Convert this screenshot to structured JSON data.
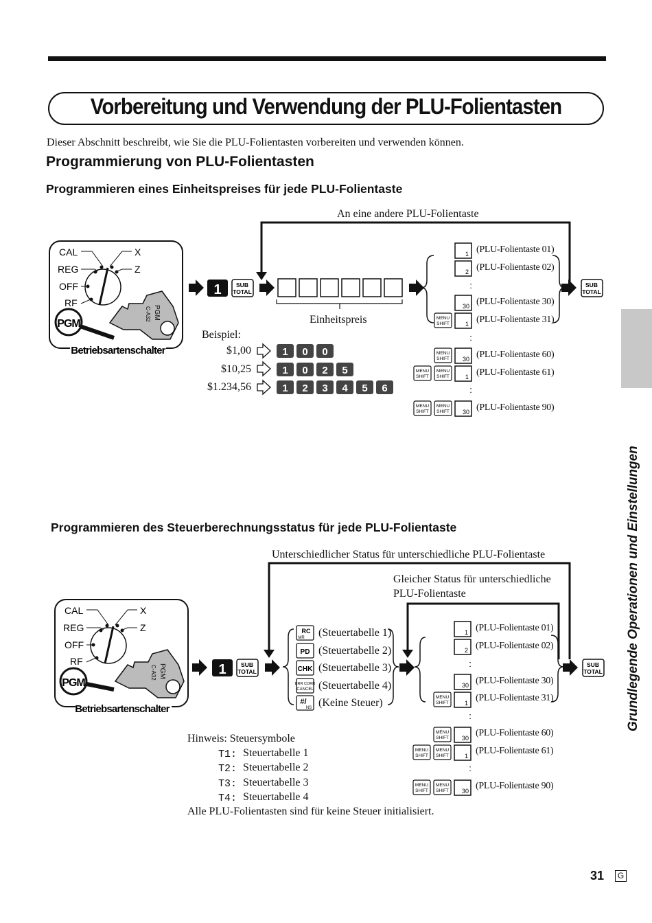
{
  "page": {
    "title": "Vorbereitung und Verwendung der PLU-Folientasten",
    "intro": "Dieser Abschnitt beschreibt, wie Sie die PLU-Folientasten vorbereiten und verwenden können.",
    "section_heading": "Programmierung von PLU-Folientasten",
    "side_tab_text": "Grundlegende Operationen und Einstellungen",
    "page_number": "31",
    "page_letter": "G"
  },
  "mode_switch": {
    "positions": [
      "CAL",
      "REG",
      "OFF",
      "RF",
      "X",
      "Z"
    ],
    "pgm_label": "PGM",
    "key_label": "PGM",
    "key_code": "C-A32",
    "caption": "Betriebsartenschalter"
  },
  "keys": {
    "key_1": "1",
    "subtotal_line1": "SUB",
    "subtotal_line2": "TOTAL",
    "menu_line1": "MENU",
    "menu_line2": "SHIFT",
    "rc": "RC",
    "rc_sub": "MR",
    "pd": "PD",
    "chk": "CHK",
    "errcorr_line1": "ERR CORR",
    "errcorr_line2": "CANCEL",
    "ns_main": "#/",
    "ns_sub": "NS"
  },
  "section1": {
    "heading": "Programmieren eines Einheitspreises für jede PLU-Folientaste",
    "loop_label": "An eine andere PLU-Folientaste",
    "price_label": "Einheitspreis",
    "example_label": "Beispiel:",
    "examples": [
      {
        "amount": "$1,00",
        "digits": [
          "1",
          "0",
          "0"
        ]
      },
      {
        "amount": "$10,25",
        "digits": [
          "1",
          "0",
          "2",
          "5"
        ]
      },
      {
        "amount": "$1.234,56",
        "digits": [
          "1",
          "2",
          "3",
          "4",
          "5",
          "6"
        ]
      }
    ]
  },
  "plu_list": [
    {
      "label": "(PLU-Folientaste 01)",
      "key": "1",
      "menus": 0
    },
    {
      "label": "(PLU-Folientaste 02)",
      "key": "2",
      "menus": 0
    },
    {
      "label": "(PLU-Folientaste 30)",
      "key": "30",
      "menus": 0
    },
    {
      "label": "(PLU-Folientaste 31)",
      "key": "1",
      "menus": 1
    },
    {
      "label": "(PLU-Folientaste 60)",
      "key": "30",
      "menus": 1
    },
    {
      "label": "(PLU-Folientaste 61)",
      "key": "1",
      "menus": 2
    },
    {
      "label": "(PLU-Folientaste 90)",
      "key": "30",
      "menus": 2
    }
  ],
  "section2": {
    "heading": "Programmieren des Steuerberechnungsstatus für jede PLU-Folientaste",
    "loop_label_outer": "Unterschiedlicher Status für unterschiedliche PLU-Folientaste",
    "loop_label_inner_line1": "Gleicher Status für unterschiedliche",
    "loop_label_inner_line2": "PLU-Folientaste",
    "tax_options": [
      "(Steuertabelle 1)",
      "(Steuertabelle 2)",
      "(Steuertabelle 3)",
      "(Steuertabelle 4)",
      "(Keine Steuer)"
    ],
    "note_title": "Hinweis: Steuersymbole",
    "symbols": [
      {
        "code": "T1:",
        "text": "Steuertabelle 1"
      },
      {
        "code": "T2:",
        "text": "Steuertabelle 2"
      },
      {
        "code": "T3:",
        "text": "Steuertabelle 3"
      },
      {
        "code": "T4:",
        "text": "Steuertabelle 4"
      }
    ],
    "note_footer": "Alle PLU-Folientasten sind für keine Steuer initialisiert."
  }
}
